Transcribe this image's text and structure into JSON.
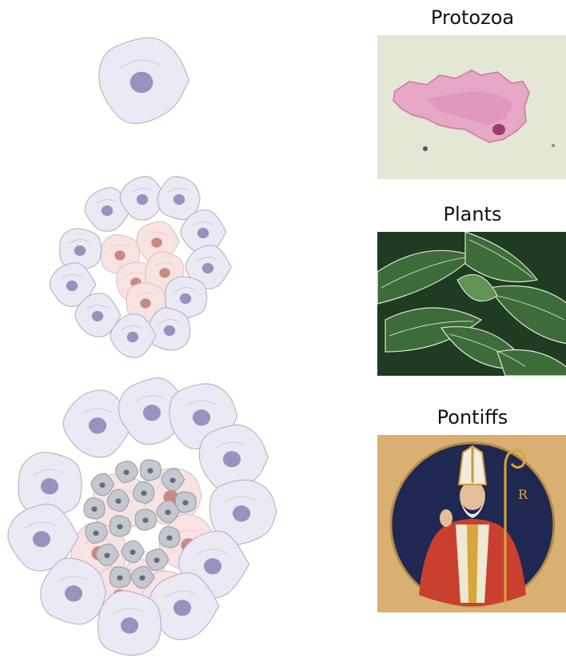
{
  "rows": [
    {
      "label": "Protozoa",
      "image": "protozoa-micrograph",
      "stage": "single-cell"
    },
    {
      "label": "Plants",
      "image": "plant-leaves-photo",
      "stage": "cell-cluster"
    },
    {
      "label": "Pontiffs",
      "image": "pontiff-painting",
      "stage": "tissue-aggregate"
    }
  ],
  "colors": {
    "cell_fill": "#ebe9f3",
    "cell_stroke": "#b9b6cc",
    "nucleus": "#8f88b8",
    "inner_cell_fill": "#f6e3e2",
    "inner_nucleus": "#c77f76",
    "core_cell_fill": "#c6c8d0",
    "core_nucleus": "#5d5f78"
  }
}
